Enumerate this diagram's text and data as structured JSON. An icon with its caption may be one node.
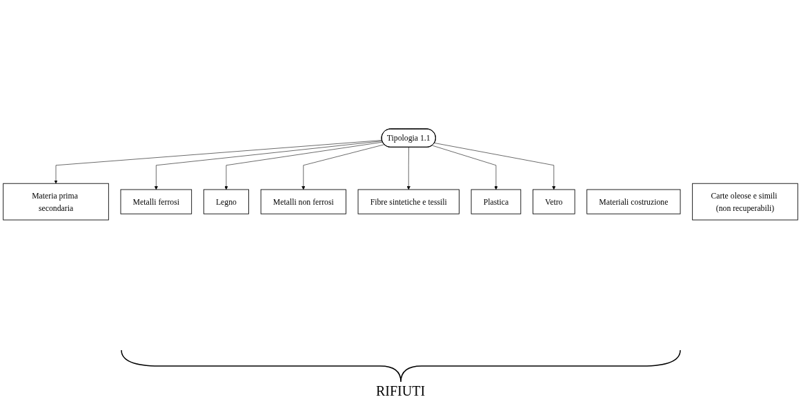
{
  "diagram": {
    "nodes": [
      {
        "text": [
          "Tipologia 1.1"
        ]
      },
      {
        "text": [
          "Materia prima secondaria"
        ]
      },
      {
        "text": [
          "Metalli ferrosi"
        ]
      },
      {
        "text": [
          "Metalli non ferrosi"
        ]
      },
      {
        "text": [
          "Fibre sintetiche e tessili"
        ]
      },
      {
        "text": [
          "Vetro"
        ]
      },
      {
        "text": [
          "Legno"
        ]
      },
      {
        "text": [
          "Materiali costruzione"
        ]
      },
      {
        "text": [
          "Carte oleose e simili (non recuperabili)"
        ]
      },
      {
        "text": [
          "Plastica"
        ]
      }
    ],
    "edges": [
      {
        "from": 0,
        "to": 1,
        "arrow": "to"
      },
      {
        "from": 0,
        "to": 2,
        "arrow": "to"
      },
      {
        "from": 0,
        "to": 6,
        "arrow": "to"
      },
      {
        "from": 0,
        "to": 3,
        "arrow": "to"
      },
      {
        "from": 0,
        "to": 4,
        "arrow": "to"
      },
      {
        "from": 0,
        "to": 9,
        "arrow": "to"
      },
      {
        "from": 0,
        "to": 5,
        "arrow": "to"
      }
    ],
    "labels": [
      "RIFIUTI"
    ]
  }
}
